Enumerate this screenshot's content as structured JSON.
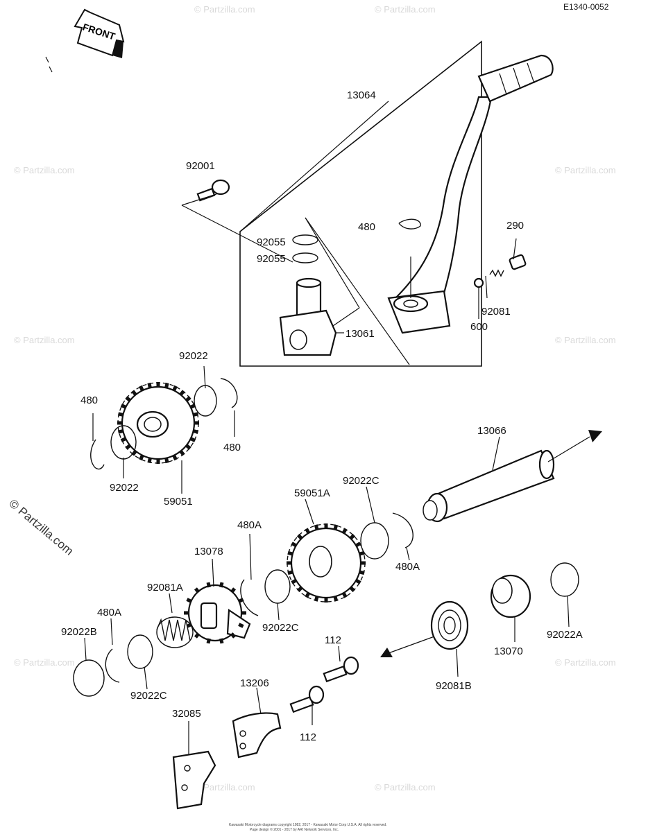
{
  "diagram_code": "E1340-0052",
  "front_label": "FRONT",
  "watermark": "© Partzilla.com",
  "copyright_line1": "Kawasaki Motorcycle diagrams copyright 1982, 2017 - Kawasaki Motor Corp U.S.A. All rights reserved.",
  "copyright_line2": "Page design © 2001 - 2017 by ARI Network Services, Inc.",
  "callouts": {
    "c13064": "13064",
    "c92001": "92001",
    "c480_top": "480",
    "c290": "290",
    "c92055_a": "92055",
    "c92055_b": "92055",
    "c92081": "92081",
    "c600": "600",
    "c13061": "13061",
    "c92022_top": "92022",
    "c480_left": "480",
    "c480_right": "480",
    "c92022_bottom": "92022",
    "c59051": "59051",
    "c13066": "13066",
    "c92022C_top": "92022C",
    "c59051A": "59051A",
    "c480A_mid": "480A",
    "c480A_right": "480A",
    "c13078": "13078",
    "c92081A": "92081A",
    "c480A_left": "480A",
    "c92022B": "92022B",
    "c92022C_mid": "92022C",
    "c92022C_low": "92022C",
    "c112_top": "112",
    "c112_bottom": "112",
    "c13206": "13206",
    "c32085": "32085",
    "c92081B": "92081B",
    "c13070": "13070",
    "c92022A": "92022A"
  }
}
